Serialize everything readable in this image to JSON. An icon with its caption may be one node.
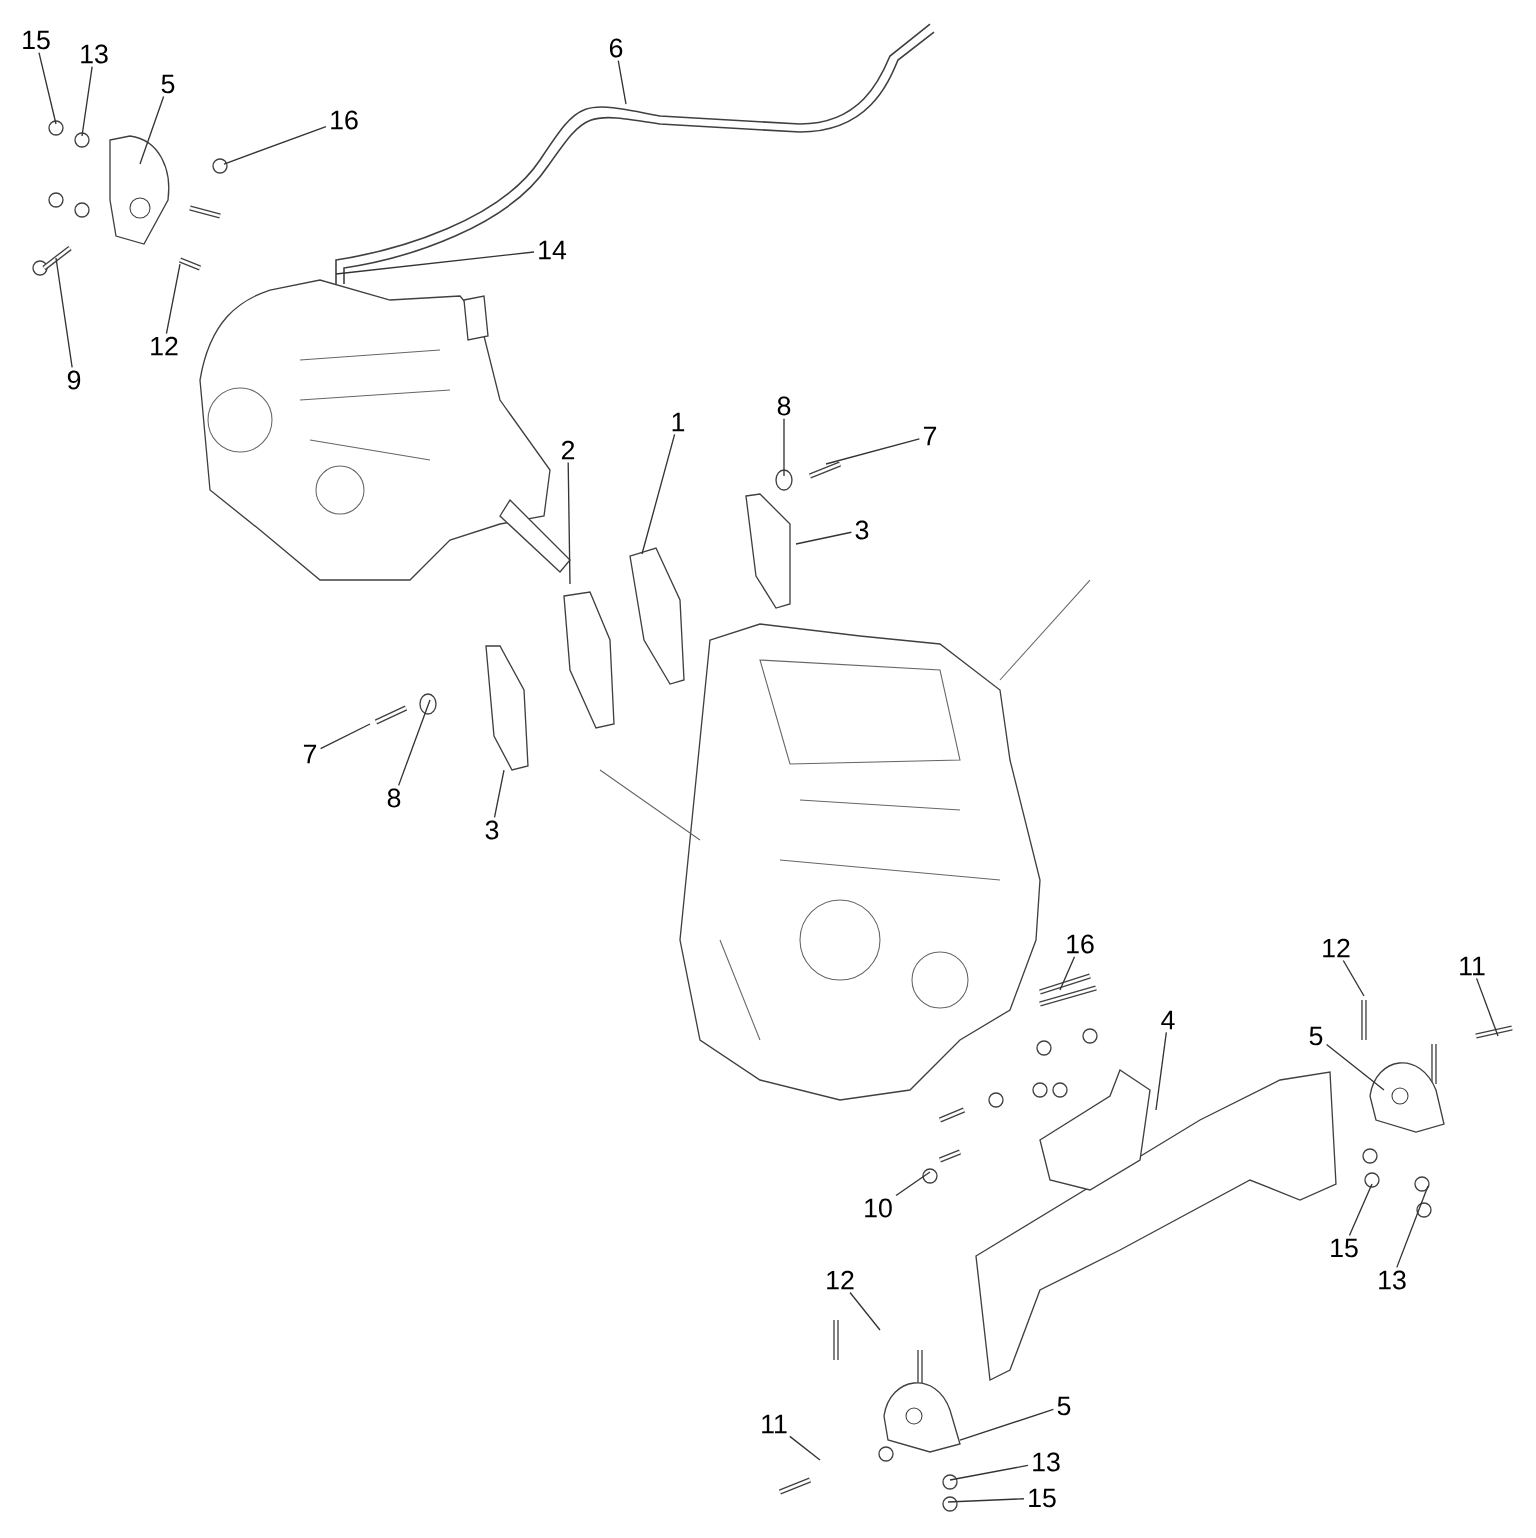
{
  "diagram": {
    "nodes": [
      {
        "text": [
          "15"
        ]
      },
      {
        "text": [
          "13"
        ]
      },
      {
        "text": [
          "5"
        ]
      },
      {
        "text": [
          "16"
        ]
      },
      {
        "text": [
          "6"
        ]
      },
      {
        "text": [
          "14"
        ]
      },
      {
        "text": [
          "9"
        ]
      },
      {
        "text": [
          "12"
        ]
      },
      {
        "text": [
          "1"
        ]
      },
      {
        "text": [
          "8"
        ]
      },
      {
        "text": [
          "7"
        ]
      },
      {
        "text": [
          "2"
        ]
      },
      {
        "text": [
          "3"
        ]
      },
      {
        "text": [
          "7"
        ]
      },
      {
        "text": [
          "8"
        ]
      },
      {
        "text": [
          "3"
        ]
      },
      {
        "text": [
          "16"
        ]
      },
      {
        "text": [
          "4"
        ]
      },
      {
        "text": [
          "12"
        ]
      },
      {
        "text": [
          "11"
        ]
      },
      {
        "text": [
          "5"
        ]
      },
      {
        "text": [
          "10"
        ]
      },
      {
        "text": [
          "15"
        ]
      },
      {
        "text": [
          "13"
        ]
      },
      {
        "text": [
          "12"
        ]
      },
      {
        "text": [
          "5"
        ]
      },
      {
        "text": [
          "11"
        ]
      },
      {
        "text": [
          "13"
        ]
      },
      {
        "text": [
          "15"
        ]
      }
    ],
    "edges": [
      {
        "from": 0,
        "to": null,
        "arrow": "none"
      },
      {
        "from": 1,
        "to": null,
        "arrow": "none"
      },
      {
        "from": 2,
        "to": null,
        "arrow": "none"
      },
      {
        "from": 3,
        "to": null,
        "arrow": "none"
      },
      {
        "from": 4,
        "to": null,
        "arrow": "none"
      },
      {
        "from": 5,
        "to": null,
        "arrow": "none"
      },
      {
        "from": 6,
        "to": null,
        "arrow": "none"
      },
      {
        "from": 7,
        "to": null,
        "arrow": "none"
      },
      {
        "from": 8,
        "to": null,
        "arrow": "none"
      },
      {
        "from": 9,
        "to": null,
        "arrow": "none"
      },
      {
        "from": 10,
        "to": null,
        "arrow": "none"
      },
      {
        "from": 11,
        "to": null,
        "arrow": "none"
      },
      {
        "from": 12,
        "to": null,
        "arrow": "none"
      },
      {
        "from": 13,
        "to": null,
        "arrow": "none"
      },
      {
        "from": 14,
        "to": null,
        "arrow": "none"
      },
      {
        "from": 15,
        "to": null,
        "arrow": "none"
      },
      {
        "from": 16,
        "to": null,
        "arrow": "none"
      },
      {
        "from": 17,
        "to": null,
        "arrow": "none"
      },
      {
        "from": 18,
        "to": null,
        "arrow": "none"
      },
      {
        "from": 19,
        "to": null,
        "arrow": "none"
      },
      {
        "from": 20,
        "to": null,
        "arrow": "none"
      },
      {
        "from": 21,
        "to": null,
        "arrow": "none"
      },
      {
        "from": 22,
        "to": null,
        "arrow": "none"
      },
      {
        "from": 23,
        "to": null,
        "arrow": "none"
      },
      {
        "from": 24,
        "to": null,
        "arrow": "none"
      },
      {
        "from": 25,
        "to": null,
        "arrow": "none"
      },
      {
        "from": 26,
        "to": null,
        "arrow": "none"
      },
      {
        "from": 27,
        "to": null,
        "arrow": "none"
      },
      {
        "from": 28,
        "to": null,
        "arrow": "none"
      }
    ]
  }
}
